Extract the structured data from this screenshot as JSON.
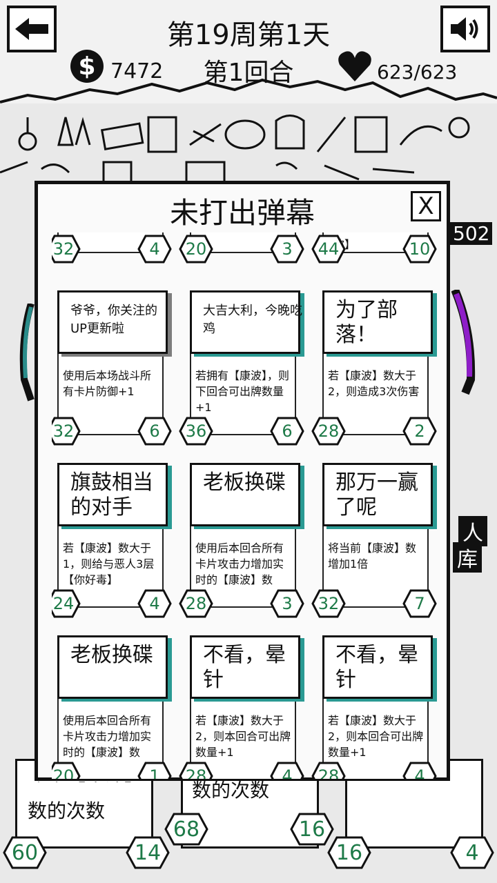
{
  "hud": {
    "title": "第19周第1天",
    "round": "第1回合",
    "money": "7472",
    "money_symbol": "$",
    "hp": "623/623",
    "icons": [
      "back-arrow-icon",
      "speaker-icon",
      "dollar-coin-icon",
      "heart-icon"
    ]
  },
  "modal": {
    "title": "未打出弹幕",
    "close_label": "X"
  },
  "partial_top_row": [
    {
      "attack": "32",
      "defense": "4",
      "text": ""
    },
    {
      "attack": "20",
      "defense": "3",
      "text": ""
    },
    {
      "attack": "44",
      "defense": "10",
      "text": "波】"
    }
  ],
  "cards": [
    {
      "title": "爷爷，你关注的UP更新啦",
      "desc": "使用后本场战斗所有卡片防御+1",
      "attack": "32",
      "defense": "6",
      "style": "gray"
    },
    {
      "title": "大吉大利，今晚吃鸡",
      "desc": "若拥有【康波】，则下回合可出牌数量+1",
      "attack": "36",
      "defense": "6",
      "style": "teal"
    },
    {
      "title": "为了部落！",
      "desc": "若【康波】数大于2，则造成3次伤害",
      "attack": "28",
      "defense": "2",
      "style": "teal"
    },
    {
      "title": "旗鼓相当的对手",
      "desc": "若【康波】数大于1，则给与恶人3层【你好毒】",
      "attack": "24",
      "defense": "4",
      "style": "teal"
    },
    {
      "title": "老板换碟",
      "desc": "使用后本回合所有卡片攻击力增加实时的【康波】数",
      "attack": "28",
      "defense": "3",
      "style": "teal"
    },
    {
      "title": "那万一赢了呢",
      "desc": "将当前【康波】数增加1倍",
      "attack": "32",
      "defense": "7",
      "style": "teal"
    },
    {
      "title": "老板换碟",
      "desc": "使用后本回合所有卡片攻击力增加实时的【康波】数",
      "attack": "20",
      "defense": "1",
      "style": "teal"
    },
    {
      "title": "不看，晕针",
      "desc": "若【康波】数大于2，则本回合可出牌数量+1",
      "attack": "28",
      "defense": "4",
      "style": "teal"
    },
    {
      "title": "不看，晕针",
      "desc": "若【康波】数大于2，则本回合可出牌数量+1",
      "attack": "28",
      "defense": "4",
      "style": "teal"
    }
  ],
  "background": {
    "left_text": "数的次数",
    "mid_text": "数的次数",
    "partial_text": "攻击【康波】",
    "side_counter": "502",
    "side_label_1": "人",
    "side_label_2": "库",
    "hand": [
      {
        "attack": "60",
        "defense": "14"
      },
      {
        "attack": "68",
        "defense": "16"
      },
      {
        "attack": "16",
        "defense": "4"
      }
    ]
  }
}
